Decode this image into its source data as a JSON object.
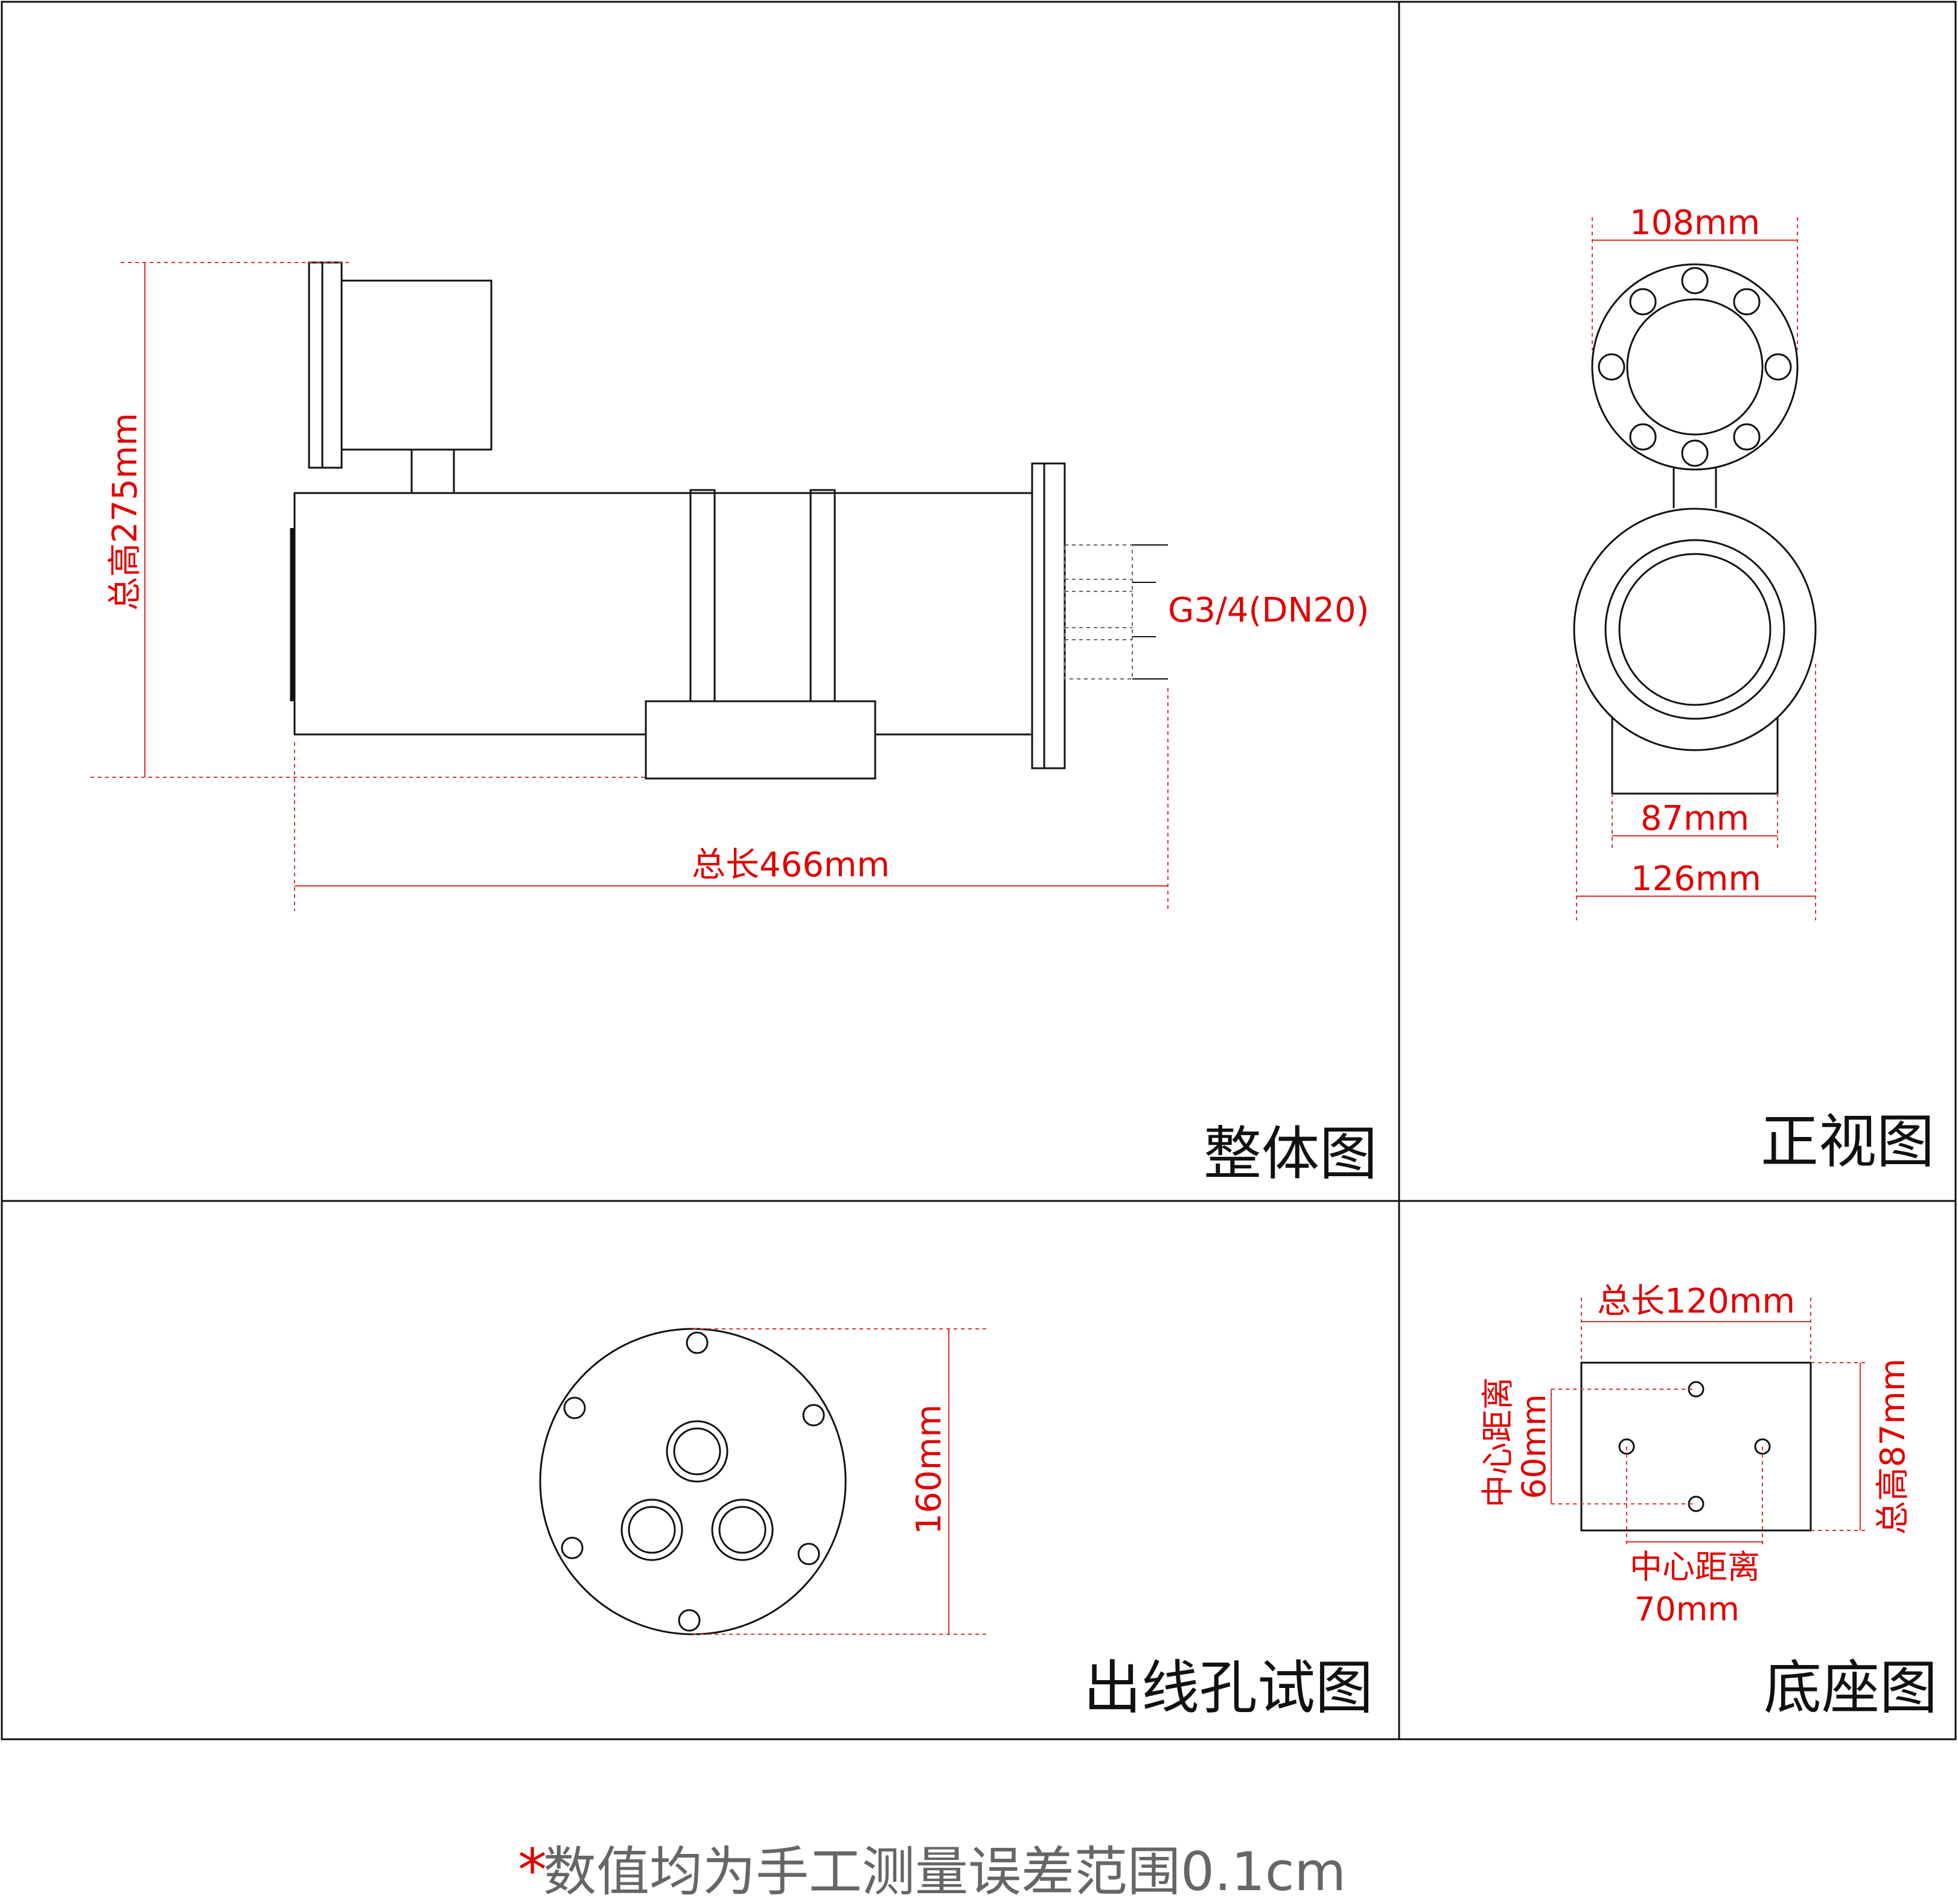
{
  "colors": {
    "dimension": "#e00000",
    "outline": "#111111",
    "note": "#666666"
  },
  "panels": {
    "overall": {
      "title": "整体图",
      "total_height": "总高275mm",
      "total_length": "总长466mm",
      "thread": "G3/4(DN20)"
    },
    "front": {
      "title": "正视图",
      "flange_width": "108mm",
      "base_width": "87mm",
      "body_width": "126mm"
    },
    "outlet": {
      "title": "出线孔试图",
      "diameter": "160mm"
    },
    "base": {
      "title": "底座图",
      "length": "总长120mm",
      "height": "总高87mm",
      "v_center_label": "中心距离",
      "v_center_value": "60mm",
      "h_center_label": "中心距离",
      "h_center_value": "70mm"
    }
  },
  "footer": {
    "asterisk": "*",
    "note": "数值均为手工测量误差范围0.1cm"
  }
}
